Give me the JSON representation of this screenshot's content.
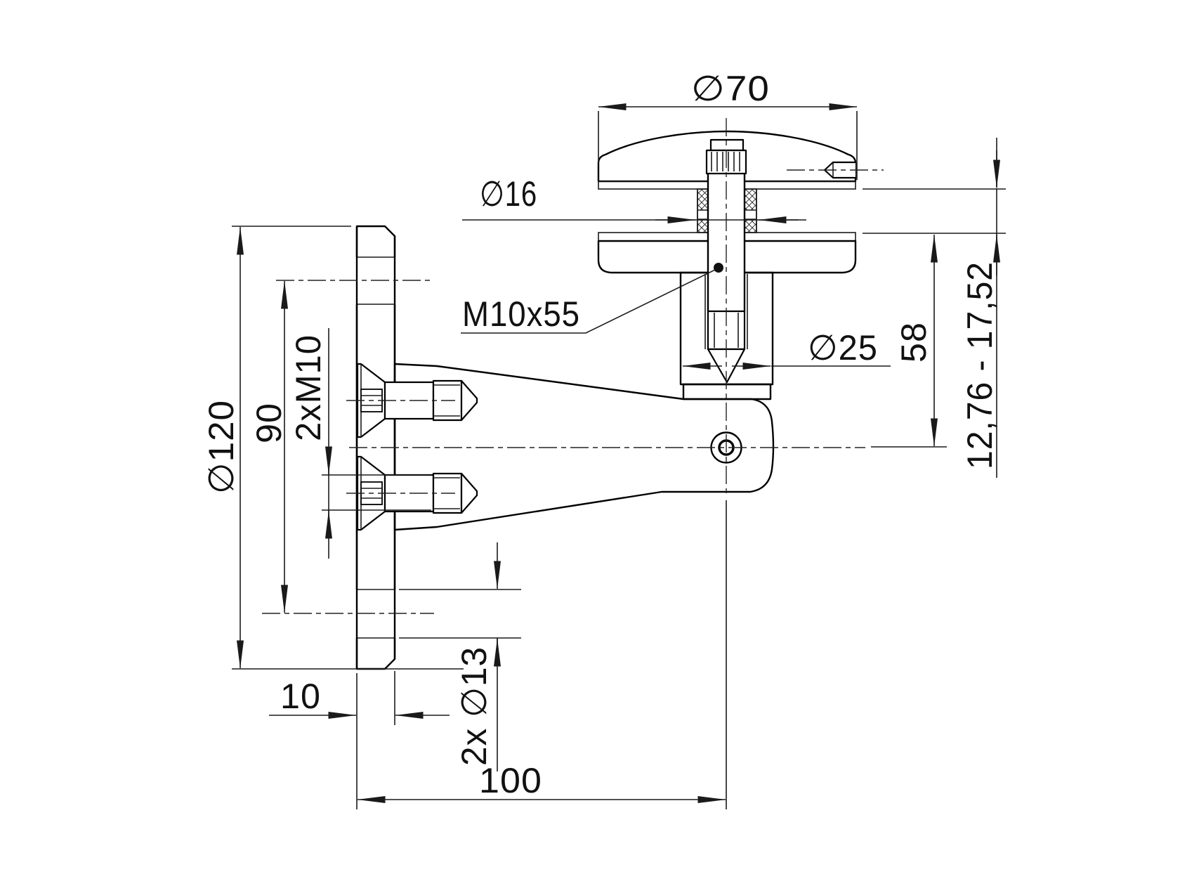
{
  "drawing": {
    "component": "wall-mounted handrail bracket with glass point clamp - section view",
    "units": "mm",
    "background": "#ffffff",
    "line_color": "#111111",
    "dimensions": {
      "cap_diameter": "∅70",
      "sleeve_diameter": "∅16",
      "stud_spec": "M10x55",
      "post_diameter": "∅25",
      "glass_to_axis_height": "58",
      "glass_thickness_range": "12,76 - 17,52",
      "plate_diameter": "∅120",
      "hole_spacing": "90",
      "screw_spec": "2xM10",
      "plate_thickness": "10",
      "hole_spec": "2x ∅13",
      "wall_offset": "100"
    }
  }
}
